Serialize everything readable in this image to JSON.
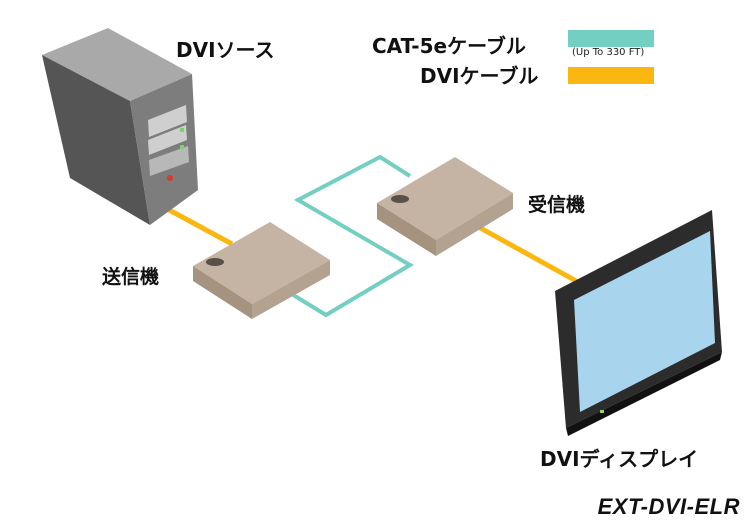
{
  "labels": {
    "source": "DVIソース",
    "transmitter": "送信機",
    "receiver": "受信機",
    "display": "DVIディスプレイ",
    "model": "EXT-DVI-ELR"
  },
  "legend": {
    "cat5e": {
      "label": "CAT-5eケーブル",
      "note": "(Up To 330 FT)",
      "color": "#72cfc1"
    },
    "dvi": {
      "label": "DVIケーブル",
      "color": "#fbb710"
    }
  },
  "colors": {
    "extender_body": "#c5b4a3",
    "screen": "#a8d4ee",
    "monitor_frame": "#2c2c2c"
  },
  "icons": {
    "computer": "desktop-tower-icon",
    "transmitter": "extender-box-icon",
    "receiver": "extender-box-icon",
    "display": "lcd-monitor-icon"
  }
}
